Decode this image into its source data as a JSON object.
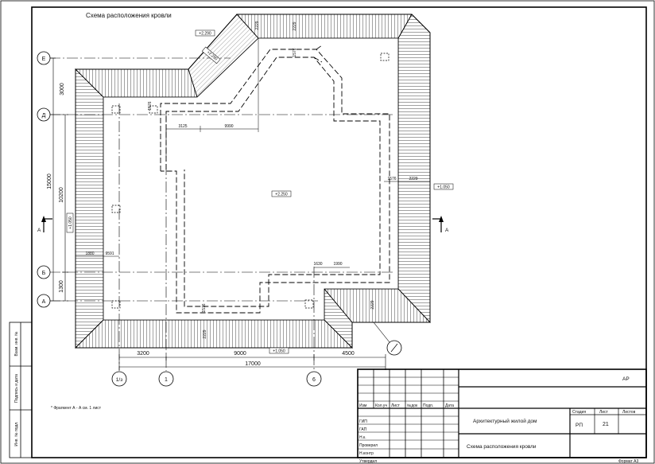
{
  "drawing": {
    "title": "Схема расположения кровли",
    "axes": {
      "letters": [
        "Е",
        "Д",
        "Б",
        "А"
      ],
      "numbers": [
        "1/з",
        "1",
        "6"
      ]
    },
    "dims_left": [
      "3000",
      "15000",
      "10200",
      "1300"
    ],
    "dims_bottom": [
      "3200",
      "9000",
      "4500"
    ],
    "dims_bottom_total": "17000",
    "dims_top": [
      "3125",
      "9990"
    ],
    "dims_inner": [
      "1880",
      "9591",
      "1630",
      "1990"
    ],
    "section_mark": "А",
    "elevations": [
      "+2.290",
      "+2.250",
      "+1.050",
      "+1.050",
      "+1.050",
      "+2.290"
    ],
    "slope_values": [
      "2229",
      "2229",
      "2229",
      "2229",
      "2229",
      "1576",
      "1576",
      "1576",
      "1576"
    ],
    "note": "* Фрагмент А - А см. 1 лист"
  },
  "stamp": {
    "code": "АР",
    "rev_headers": [
      "Изм",
      "Кол.уч",
      "Лист",
      "№док",
      "Подп.",
      "Дата"
    ],
    "roles": [
      "ГИП",
      "ГАП",
      "Н.к.",
      "Проверил",
      "Н.контр",
      "Утвердил"
    ],
    "project_name": "Архитектурный жилой дом",
    "sheet_name": "Схема расположения кровли",
    "col_headers": [
      "Стадия",
      "Лист",
      "Листов"
    ],
    "stage": "РП",
    "sheet_no": "21",
    "format": "Формат А3"
  },
  "side_labels": [
    "Взам. инв. №",
    "Подпись и дата",
    "Инв. № подл."
  ]
}
